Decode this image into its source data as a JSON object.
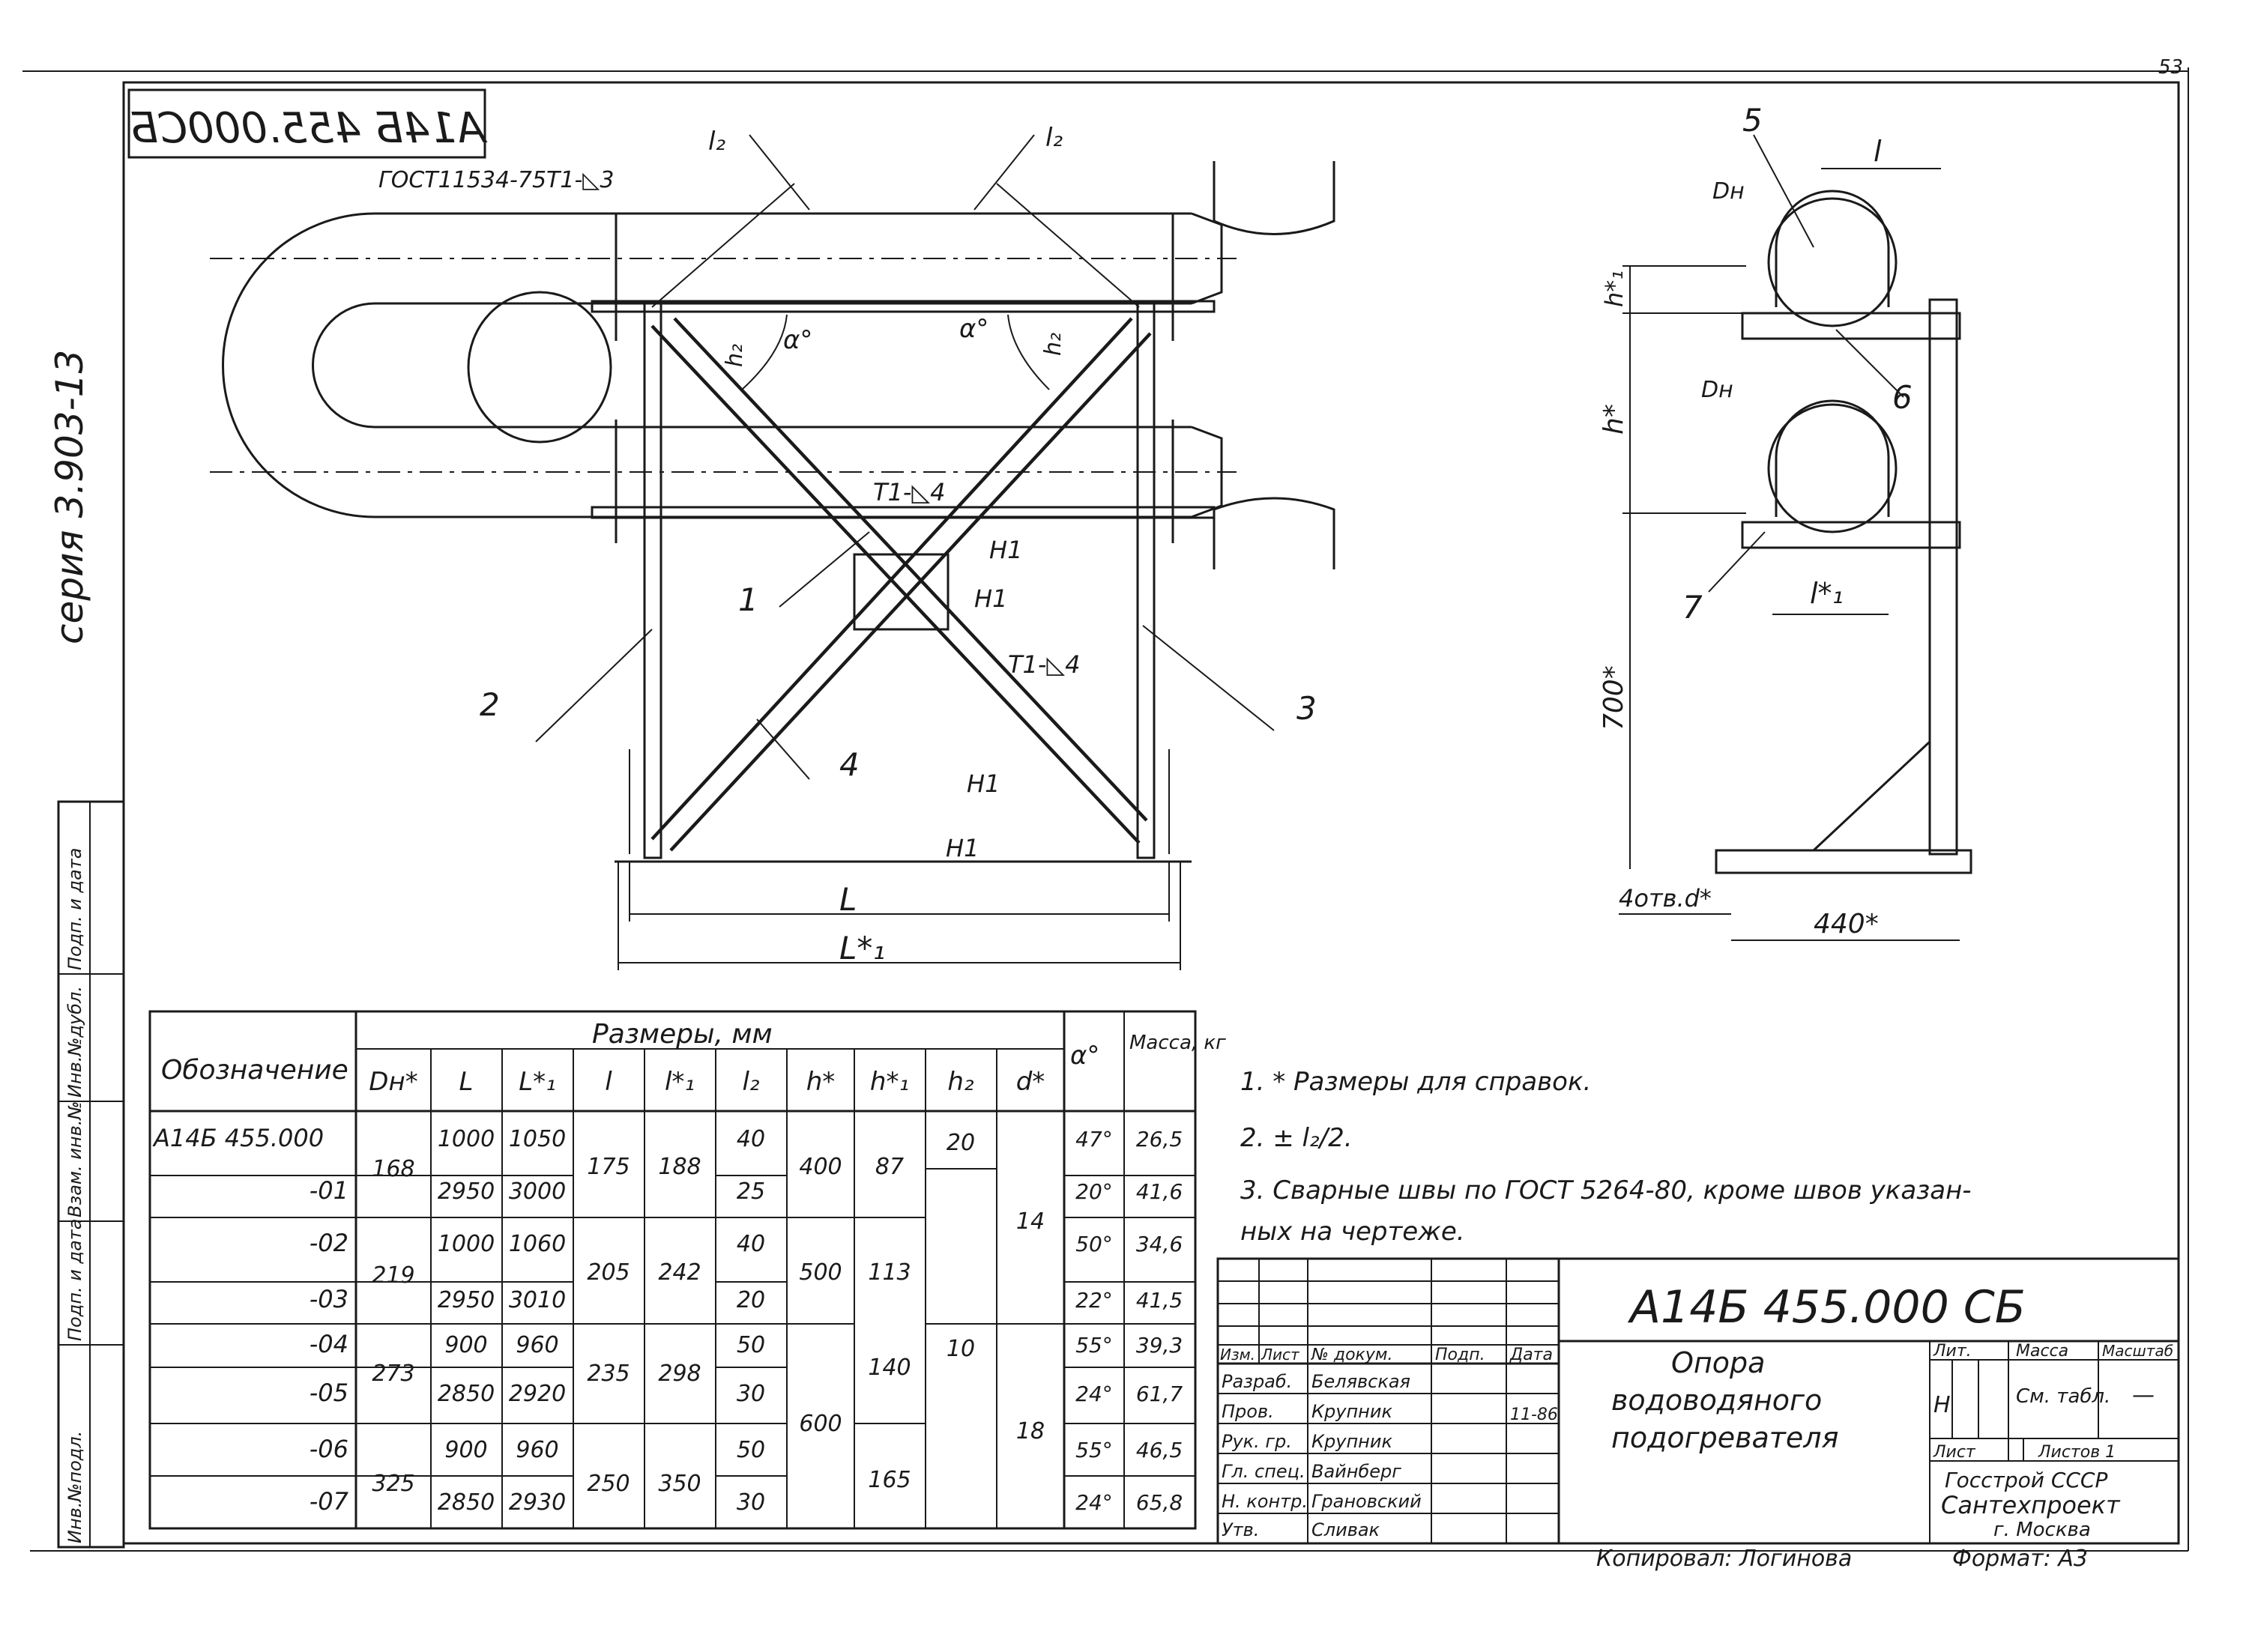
{
  "sheet_number": "53",
  "series_label": "серия 3.903-13",
  "stamp_code_mirrored": "А14Б 455.000СБ",
  "side_columns": [
    "Инв.№подл.",
    "Подп. и дата",
    "Взам. инв.№",
    "Инв.№дубл.",
    "Подп. и дата"
  ],
  "callouts": {
    "gost_weld": "ГОСТ11534-75Т1-◺3",
    "weld_t1_top": "Т1-◺4",
    "weld_t1_bottom": "Т1-◺4",
    "section_h1_a": "Н1",
    "section_h1_b": "Н1",
    "section_h1_c": "Н1",
    "section_h1_d": "Н1",
    "dim_L": "L",
    "dim_L1": "L*₁",
    "dim_l2_left": "l₂",
    "dim_l2_right": "l₂",
    "dim_h2_left": "h₂",
    "dim_h2_right": "h₂",
    "alpha_left": "α°",
    "alpha_right": "α°",
    "pos_1": "1",
    "pos_2": "2",
    "pos_3": "3",
    "pos_4": "4",
    "pos_5": "5",
    "pos_6": "6",
    "pos_7": "7",
    "side_Dn_top": "Dн",
    "side_Dn_bottom": "Dн",
    "side_l": "l",
    "side_l1": "l*₁",
    "side_h1": "h*₁",
    "side_h": "h*",
    "side_700": "700*",
    "side_holes": "4отв.d*",
    "side_440": "440*"
  },
  "table": {
    "col_designation": "Обозначение",
    "group_header": "Размеры, мм",
    "col_alpha": "α°",
    "col_mass": "Масса, кг",
    "columns": [
      "Dн*",
      "L",
      "L*₁",
      "l",
      "l*₁",
      "l₂",
      "h*",
      "h*₁",
      "h₂",
      "d*"
    ],
    "rows": [
      {
        "designation": "А14Б 455.000",
        "L": "1000",
        "L1": "1050",
        "l2": "40",
        "alpha": "47°",
        "mass": "26,5"
      },
      {
        "designation": "-01",
        "L": "2950",
        "L1": "3000",
        "l2": "25",
        "alpha": "20°",
        "mass": "41,6"
      },
      {
        "designation": "-02",
        "L": "1000",
        "L1": "1060",
        "l2": "40",
        "alpha": "50°",
        "mass": "34,6"
      },
      {
        "designation": "-03",
        "L": "2950",
        "L1": "3010",
        "l2": "20",
        "alpha": "22°",
        "mass": "41,5"
      },
      {
        "designation": "-04",
        "L": "900",
        "L1": "960",
        "l2": "50",
        "alpha": "55°",
        "mass": "39,3"
      },
      {
        "designation": "-05",
        "L": "2850",
        "L1": "2920",
        "l2": "30",
        "alpha": "24°",
        "mass": "61,7"
      },
      {
        "designation": "-06",
        "L": "900",
        "L1": "960",
        "l2": "50",
        "alpha": "55°",
        "mass": "46,5"
      },
      {
        "designation": "-07",
        "L": "2850",
        "L1": "2930",
        "l2": "30",
        "alpha": "24°",
        "mass": "65,8"
      }
    ],
    "merged_pairs": [
      {
        "Dn": "168",
        "l": "175",
        "l1": "188",
        "h": "400",
        "h1": "87"
      },
      {
        "Dn": "219",
        "l": "205",
        "l1": "242",
        "h": "500",
        "h1": "113"
      },
      {
        "Dn": "273",
        "l": "235",
        "l1": "298",
        "h1": "140"
      },
      {
        "Dn": "325",
        "l": "250",
        "l1": "350",
        "h1": "165"
      }
    ],
    "h_rows_4_7": "600",
    "h2_first": "20",
    "h2_rest": "10",
    "d_rows_0_3": "14",
    "d_rows_4_7": "18"
  },
  "notes": [
    "1. * Размеры для справок.",
    "2. ± l₂/2.",
    "3. Сварные швы по ГОСТ 5264-80, кроме швов указан-",
    "ных на чертеже."
  ],
  "title_block": {
    "code": "А14Б 455.000 СБ",
    "name_lines": [
      "Опора",
      "водоводяного",
      "подогревателя"
    ],
    "hdr_izm": "Изм.",
    "hdr_list": "Лист",
    "hdr_doc": "№ докум.",
    "hdr_sign": "Подп.",
    "hdr_date": "Дата",
    "roles": [
      {
        "role": "Разраб.",
        "name": "Белявская"
      },
      {
        "role": "Пров.",
        "name": "Крупник"
      },
      {
        "role": "Рук. гр.",
        "name": "Крупник"
      },
      {
        "role": "Гл. спец.",
        "name": "Вайнберг"
      },
      {
        "role": "Н. контр.",
        "name": "Грановский"
      },
      {
        "role": "Утв.",
        "name": "Сливак"
      }
    ],
    "date_mark": "11-86",
    "lit_label": "Лит.",
    "mass_label": "Масса",
    "scale_label": "Масштаб",
    "lit_value": "Н",
    "mass_value": "См. табл.",
    "scale_value": "—",
    "sheet_label": "Лист",
    "sheets_label": "Листов 1",
    "org_lines": [
      "Госстрой СССР",
      "Сантехпроект",
      "г. Москва"
    ],
    "copied_by": "Копировал: Логинова",
    "format": "Формат: А3"
  }
}
